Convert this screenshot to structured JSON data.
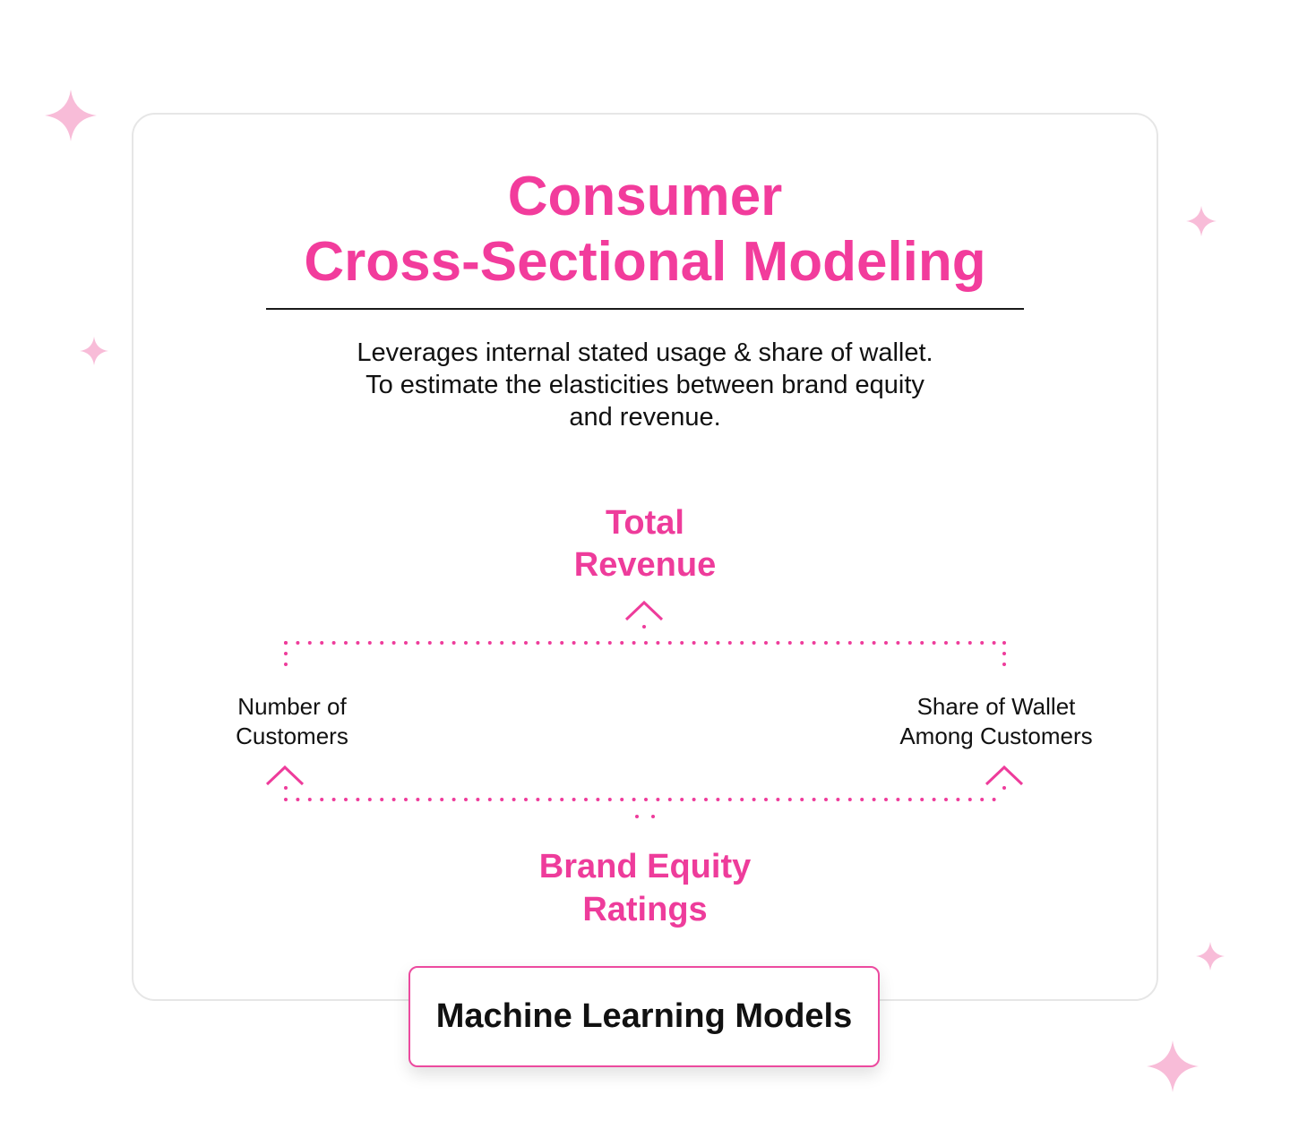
{
  "title": {
    "line1": "Consumer",
    "line2": "Cross-Sectional Modeling"
  },
  "description": [
    "Leverages internal stated usage & share of wallet.",
    "To estimate the elasticities between brand equity",
    "and revenue."
  ],
  "diagram": {
    "top": {
      "line1": "Total",
      "line2": "Revenue"
    },
    "left": {
      "line1": "Number of",
      "line2": "Customers"
    },
    "right": {
      "line1": "Share of Wallet",
      "line2": "Among Customers"
    },
    "bottom": {
      "line1": "Brand Equity",
      "line2": "Ratings"
    }
  },
  "footer_label": "Machine Learning Models",
  "colors": {
    "accent_pink": "#f23c9c",
    "sparkle_pink": "#f7b9d6",
    "text": "#111111",
    "card_border": "#e6e6e6"
  },
  "icons": [
    "sparkle-icon",
    "chevron-up-icon"
  ]
}
